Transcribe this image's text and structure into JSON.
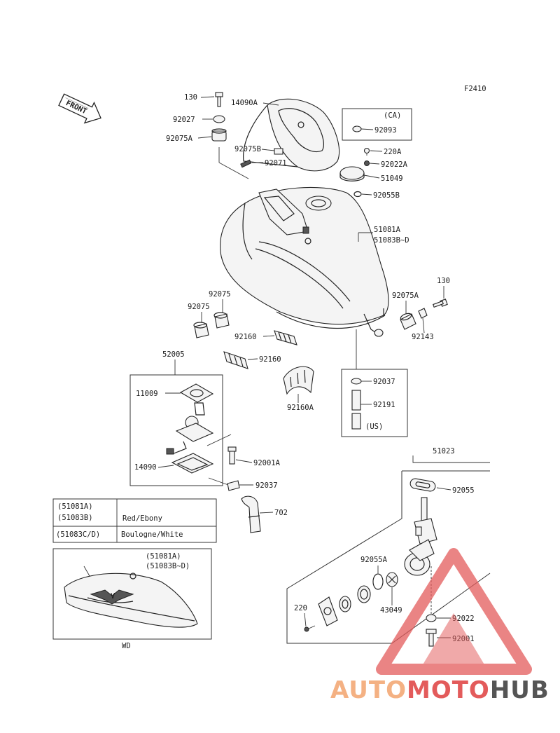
{
  "figure_code": "F2410",
  "front_label": "FRONT",
  "parts": {
    "p130_top": "130",
    "p14090A": "14090A",
    "p92027": "92027",
    "p92075A_top": "92075A",
    "p92075B": "92075B",
    "p92071": "92071",
    "ca_box_label": "(CA)",
    "p92093": "92093",
    "p220A": "220A",
    "p92022A": "92022A",
    "p51049": "51049",
    "p92055B": "92055B",
    "p51081A": "51081A",
    "p51083B_D": "51083B~D",
    "p130_right": "130",
    "p92075A_right": "92075A",
    "p92143": "92143",
    "p92075_a": "92075",
    "p92075_b": "92075",
    "p92160_a": "92160",
    "p92160_b": "92160",
    "p92160A": "92160A",
    "p52005": "52005",
    "p11009": "11009",
    "p14090": "14090",
    "p92001A": "92001A",
    "p92037_left": "92037",
    "p702": "702",
    "p92037_us": "92037",
    "p92191": "92191",
    "us_box_label": "(US)",
    "p51023": "51023",
    "p92055": "92055",
    "p92055A": "92055A",
    "p43049": "43049",
    "p220": "220",
    "p92022": "92022",
    "p92001": "92001"
  },
  "color_table": {
    "row1_code_a": "(51081A)",
    "row1_code_b": "(51083B)",
    "row1_color": "Red/Ebony",
    "row2_code": "(51083C/D)",
    "row2_color": "Boulogne/White"
  },
  "tank_inset": {
    "code_a": "(51081A)",
    "code_b": "(51083B~D)",
    "caption": "WD"
  },
  "watermark": {
    "part1": "AUTO",
    "part2": "MOTO",
    "part3": "HUB",
    "color1": "#f4b183",
    "color2": "#e35b5b",
    "color3": "#555555"
  }
}
